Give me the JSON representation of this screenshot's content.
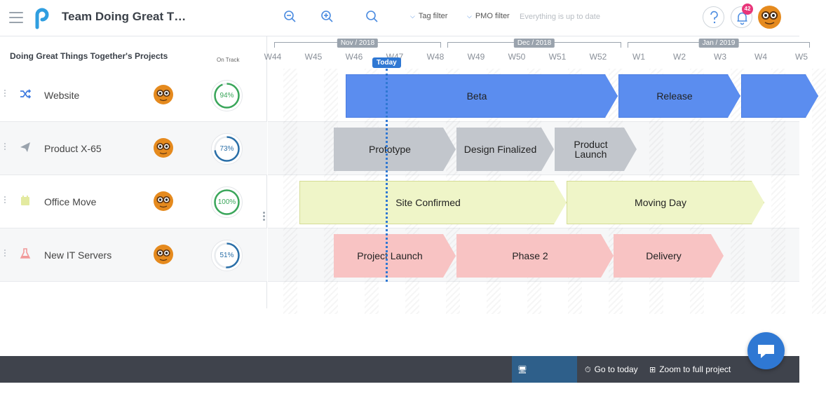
{
  "header": {
    "title": "Team Doing Great T…",
    "icons": [
      "menu-icon",
      "zoom-out-icon",
      "zoom-in-icon",
      "search-icon",
      "help-icon",
      "bell-icon"
    ],
    "tag_filter": "Tag filter",
    "pmo_filter": "PMO filter",
    "sync_status": "Everything is up to date",
    "notification_count": "42"
  },
  "projects": {
    "heading": "Doing Great Things Together's Projects",
    "on_track_label": "On Track",
    "rows": [
      {
        "name": "Website",
        "icon": "shuffle-icon",
        "icon_color": "#3f7be0",
        "progress": 0.94,
        "progress_label": "94%",
        "ring_color": "#3aa65a"
      },
      {
        "name": "Product X-65",
        "icon": "paper-plane-icon",
        "icon_color": "#9aa3ad",
        "progress": 0.73,
        "progress_label": "73%",
        "ring_color": "#2a6fa8"
      },
      {
        "name": "Office Move",
        "icon": "calendar-icon",
        "icon_color": "#e3eaa0",
        "progress": 1.0,
        "progress_label": "100%",
        "ring_color": "#3aa65a"
      },
      {
        "name": "New IT Servers",
        "icon": "flask-icon",
        "icon_color": "#f19a9a",
        "progress": 0.51,
        "progress_label": "51%",
        "ring_color": "#2a6fa8"
      }
    ]
  },
  "timeline": {
    "months": [
      "Nov / 2018",
      "Dec / 2018",
      "Jan / 2019"
    ],
    "weeks": [
      "W44",
      "W45",
      "W46",
      "W47",
      "W48",
      "W49",
      "W50",
      "W51",
      "W52",
      "W1",
      "W2",
      "W3",
      "W4",
      "W5"
    ],
    "today_label": "Today",
    "bars": [
      {
        "label": "Beta",
        "color": "#5b8def"
      },
      {
        "label": "Release",
        "color": "#5b8def"
      },
      {
        "label": "",
        "color": "#5b8def"
      },
      {
        "label": "Prototype",
        "color": "#c2c6cc"
      },
      {
        "label": "Design Finalized",
        "color": "#c2c6cc"
      },
      {
        "label": "Product Launch",
        "color": "#c2c6cc"
      },
      {
        "label": "Site Confirmed",
        "color": "#eff5c8"
      },
      {
        "label": "Moving Day",
        "color": "#eff5c8"
      },
      {
        "label": "Project Launch",
        "color": "#f8c3c3"
      },
      {
        "label": "Phase 2",
        "color": "#f8c3c3"
      },
      {
        "label": "Delivery",
        "color": "#f8c3c3"
      }
    ]
  },
  "footer": {
    "screenshot": "Screenshot",
    "go_to_today": "Go to today",
    "zoom_full": "Zoom to full project"
  }
}
